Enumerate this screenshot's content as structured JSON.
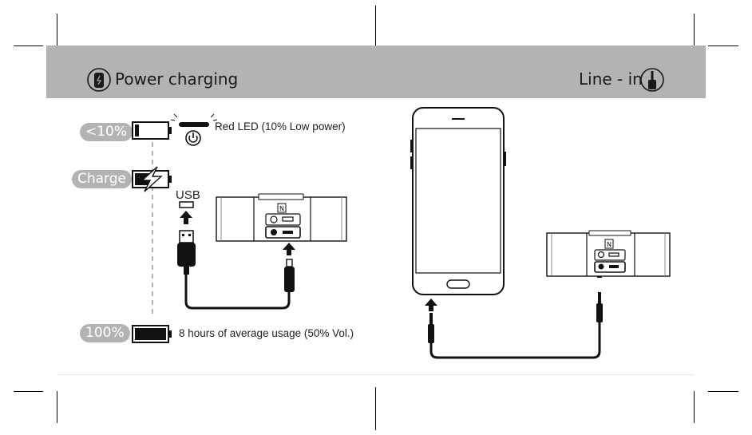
{
  "header": {
    "left_title": "Power charging",
    "right_title": "Line - in",
    "left_icon": "battery-charge-icon",
    "right_icon": "audio-jack-icon",
    "background": "#b3b3b3"
  },
  "charging": {
    "low_badge": "<10%",
    "low_text": "Red LED (10% Low power)",
    "charge_badge": "Charge",
    "usb_label": "USB",
    "full_badge": "100%",
    "full_text": "8 hours of average usage (50% Vol.)"
  },
  "speaker_logo": "N"
}
